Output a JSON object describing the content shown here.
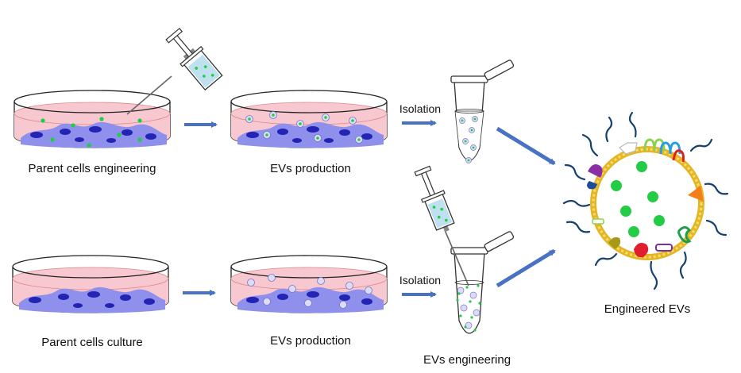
{
  "labels": {
    "parent_cells_engineering": "Parent cells engineering",
    "evs_production_top": "EVs production",
    "parent_cells_culture": "Parent cells culture",
    "evs_production_bottom": "EVs production",
    "isolation_top": "Isolation",
    "isolation_bottom": "Isolation",
    "evs_engineering": "EVs engineering",
    "engineered_evs": "Engineered EVs"
  },
  "colors": {
    "dish_medium": "#f8c8d0",
    "cell_body": "#8f8fec",
    "nucleus": "#2323b4",
    "arrow": "#4a72c4",
    "green_particle": "#22cc44",
    "vesicle": "#dcdcf5",
    "membrane": "#f2c12e",
    "tail": "#16406e"
  }
}
